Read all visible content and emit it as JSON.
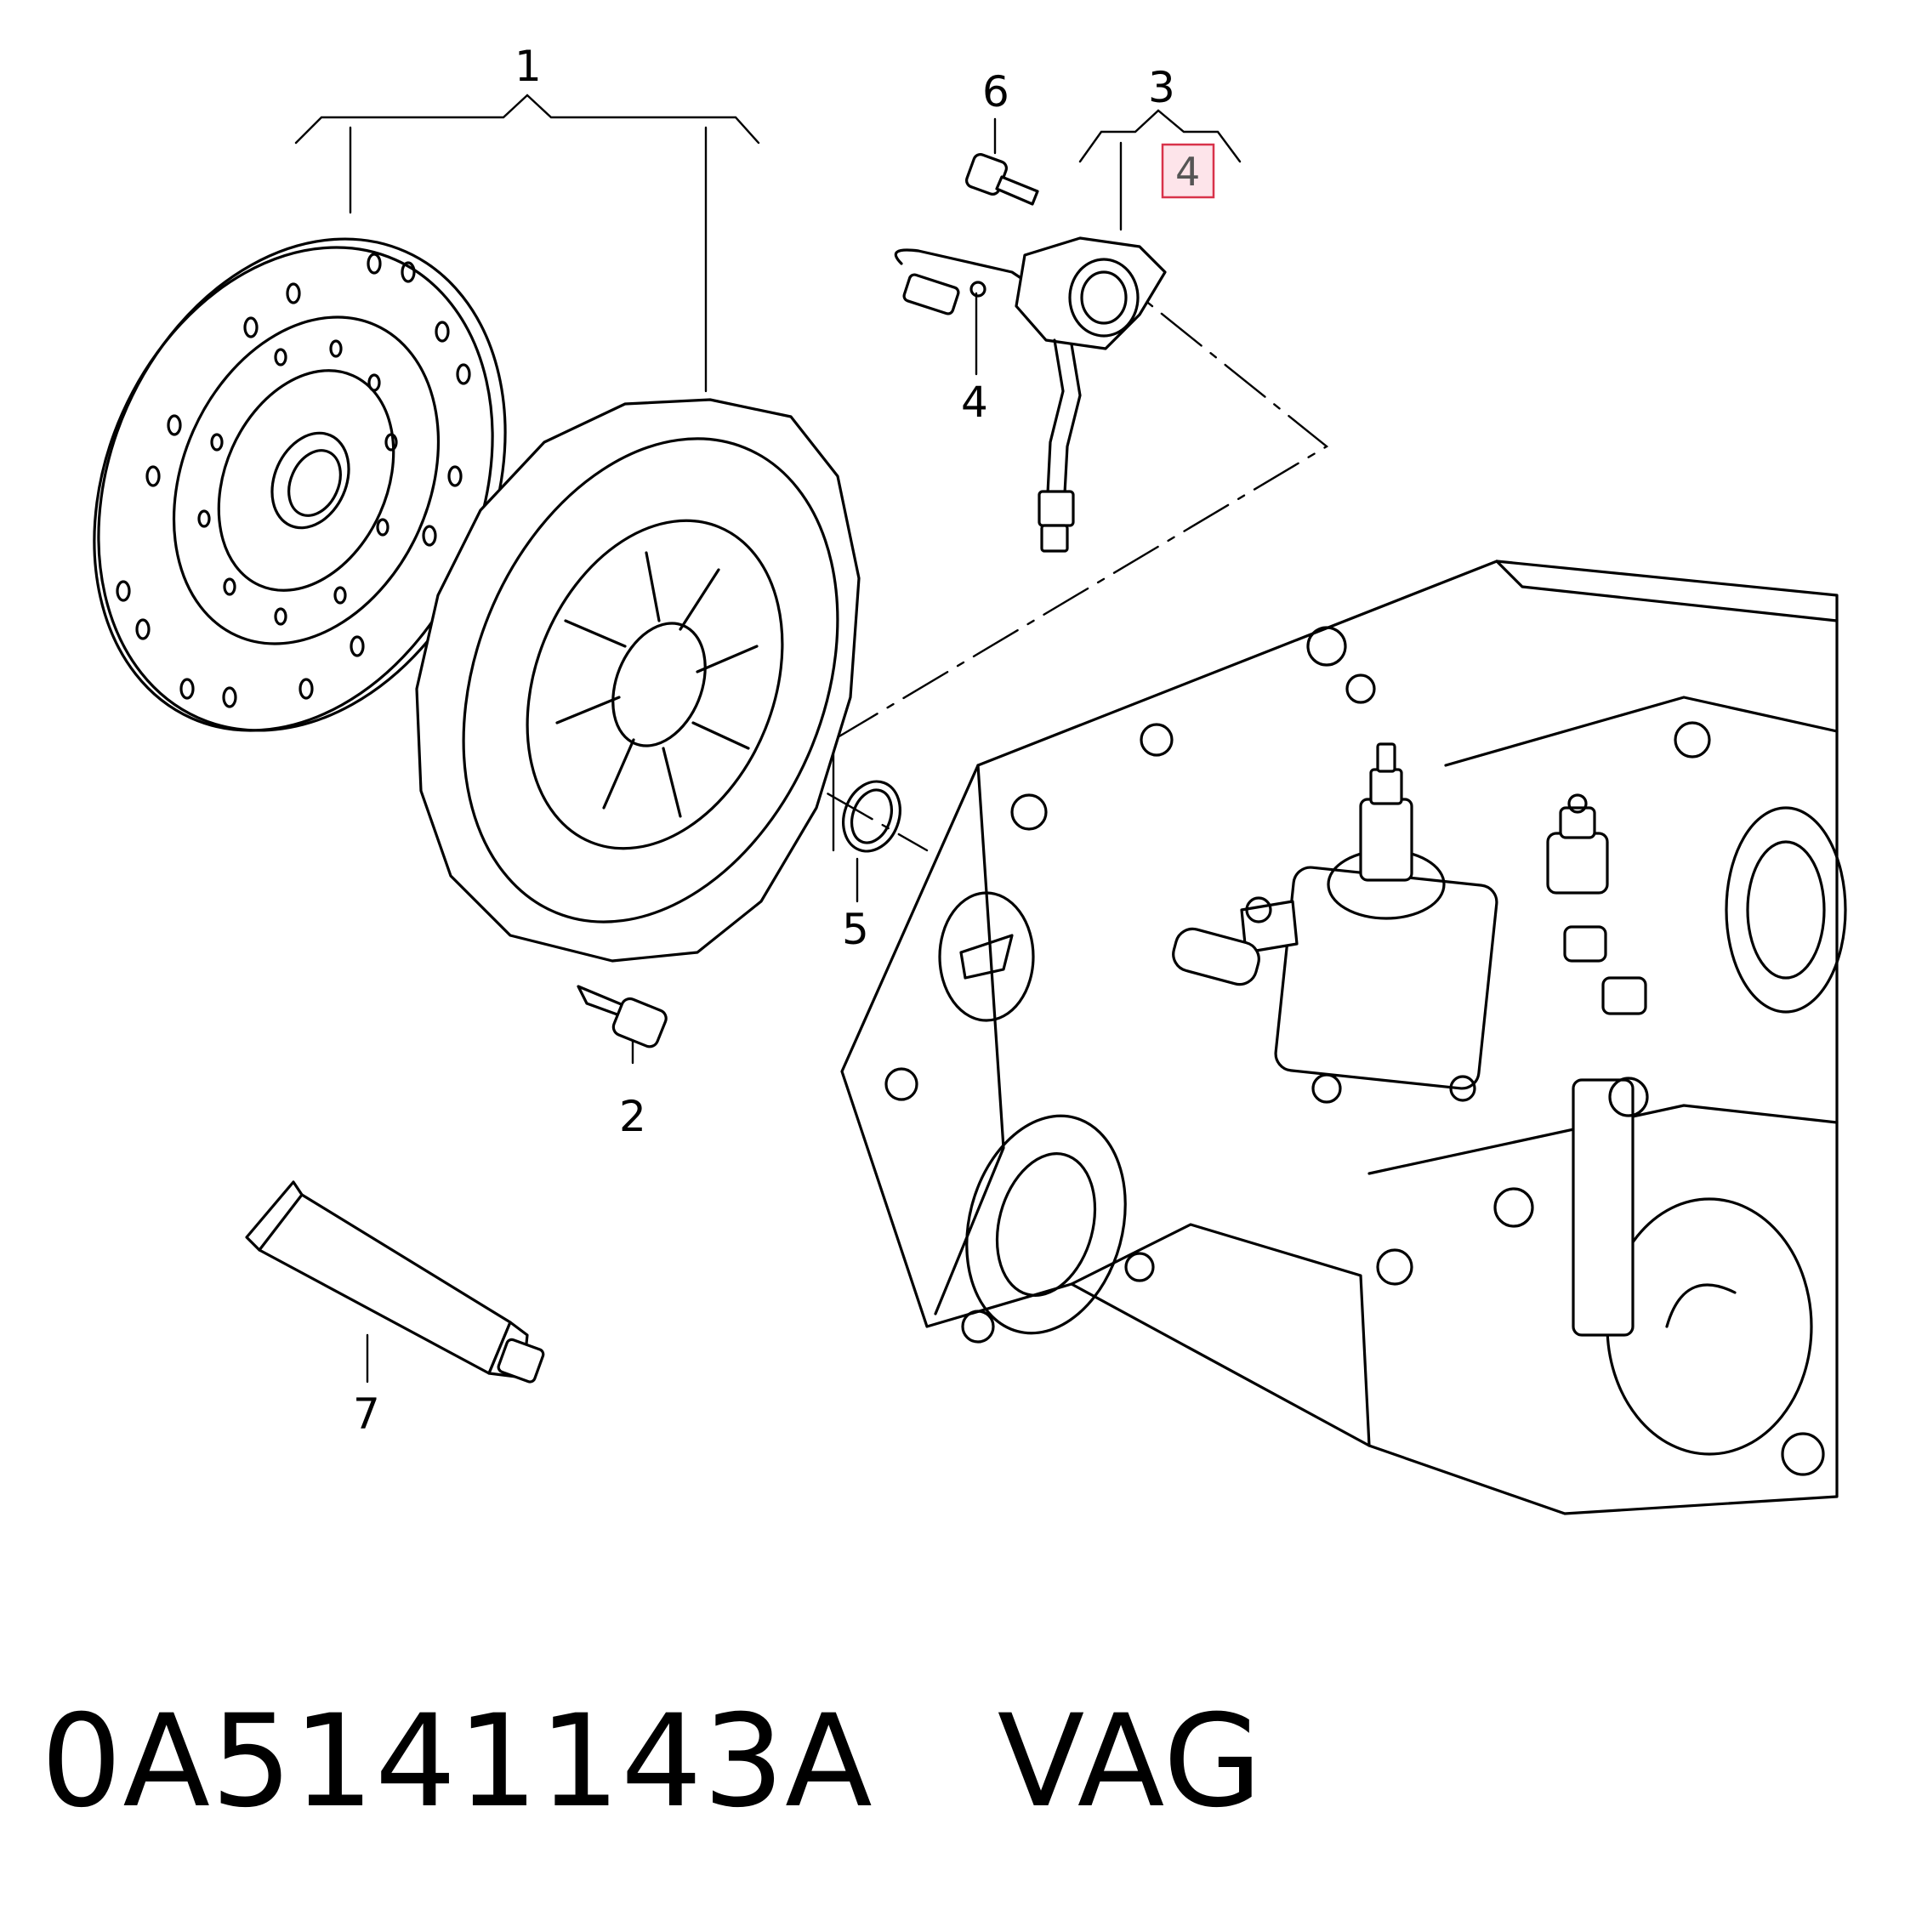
{
  "callouts": {
    "c1": "1",
    "c2": "2",
    "c3": "3",
    "c4_bracket": "4",
    "c4": "4",
    "c5": "5",
    "c6": "6",
    "c7": "7"
  },
  "footer": {
    "part_number": "0A5141143A",
    "brand": "VAG"
  },
  "colors": {
    "highlight_fill": "#fde4ea",
    "highlight_stroke": "#d8324a"
  }
}
